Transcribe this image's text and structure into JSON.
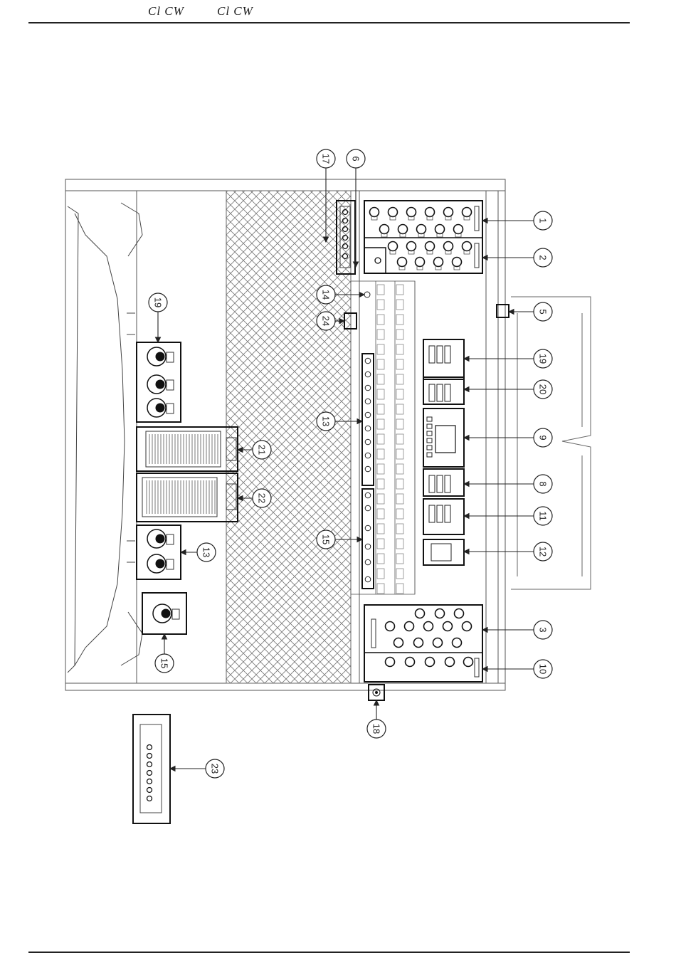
{
  "header": {
    "logo_left": "Cl  CW",
    "logo_right": "Cl  CW"
  },
  "callouts": [
    {
      "id": "c17",
      "label": "17"
    },
    {
      "id": "c6",
      "label": "6"
    },
    {
      "id": "c1",
      "label": "1"
    },
    {
      "id": "c2",
      "label": "2"
    },
    {
      "id": "c14",
      "label": "14"
    },
    {
      "id": "c24",
      "label": "24"
    },
    {
      "id": "c19b",
      "label": "19"
    },
    {
      "id": "c5",
      "label": "5"
    },
    {
      "id": "c19a",
      "label": "19"
    },
    {
      "id": "c20",
      "label": "20"
    },
    {
      "id": "c13b",
      "label": "13"
    },
    {
      "id": "c21",
      "label": "21"
    },
    {
      "id": "c9",
      "label": "9"
    },
    {
      "id": "c22",
      "label": "22"
    },
    {
      "id": "c8",
      "label": "8"
    },
    {
      "id": "c11",
      "label": "11"
    },
    {
      "id": "c15b",
      "label": "15"
    },
    {
      "id": "c13a",
      "label": "13"
    },
    {
      "id": "c12",
      "label": "12"
    },
    {
      "id": "c3",
      "label": "3"
    },
    {
      "id": "c15a",
      "label": "15"
    },
    {
      "id": "c10",
      "label": "10"
    },
    {
      "id": "c18",
      "label": "18"
    },
    {
      "id": "c23",
      "label": "23"
    }
  ],
  "icons": [
    "organ-console-icon",
    "callout-arrow-icon"
  ]
}
